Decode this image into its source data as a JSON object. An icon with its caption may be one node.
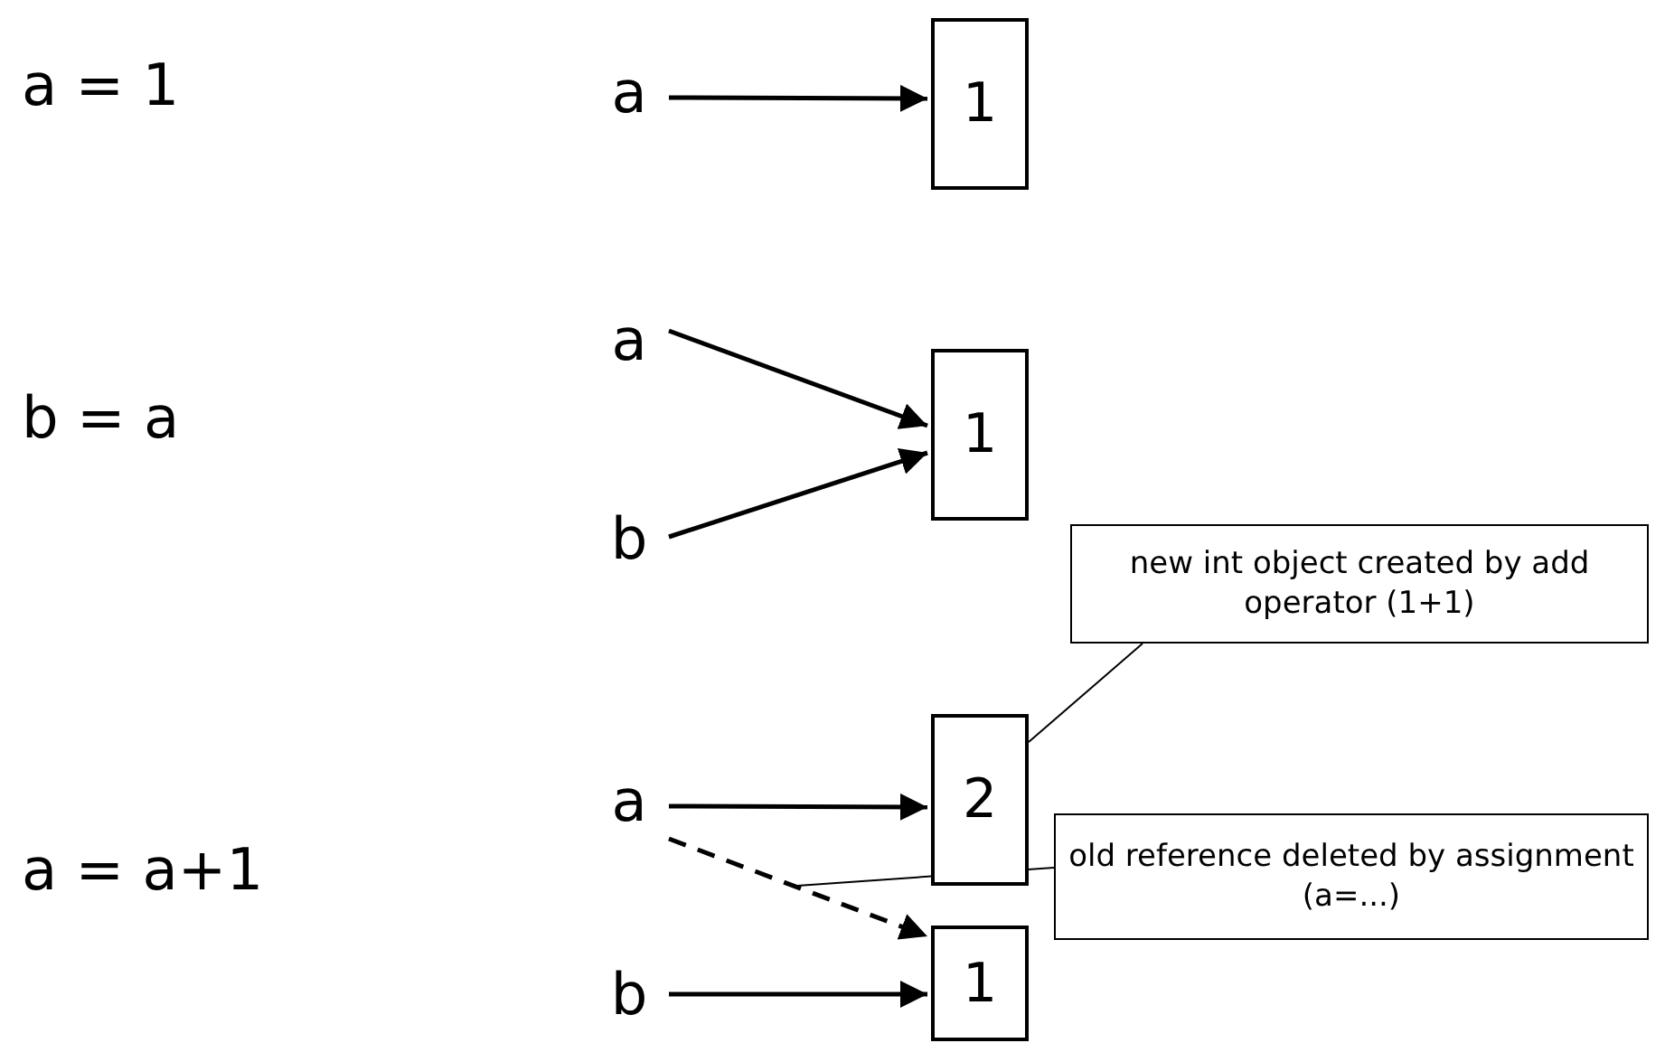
{
  "diagram": {
    "nodes": [
      {
        "text": [
          "a"
        ]
      },
      {
        "text": [
          "1"
        ]
      },
      {
        "text": [
          "a"
        ]
      },
      {
        "text": [
          "1"
        ]
      },
      {
        "text": [
          "b"
        ]
      },
      {
        "text": [
          "a"
        ]
      },
      {
        "text": [
          "2"
        ]
      },
      {
        "text": [
          "1"
        ]
      },
      {
        "text": [
          "b"
        ]
      },
      {
        "text": [
          "new int object created by add operator (1+1)"
        ]
      },
      {
        "text": [
          "old reference deleted by assignment (a=...)"
        ]
      }
    ],
    "edges": [
      {
        "from": 0,
        "to": 1,
        "arrow": "to"
      },
      {
        "from": 2,
        "to": 3,
        "arrow": "to"
      },
      {
        "from": 4,
        "to": 3,
        "arrow": "to"
      },
      {
        "from": 5,
        "to": 6,
        "arrow": "to"
      },
      {
        "from": 5,
        "to": 7,
        "arrow": "to",
        "style": "dashed"
      },
      {
        "from": 8,
        "to": 7,
        "arrow": "to"
      },
      {
        "from": 9,
        "to": 6,
        "arrow": "none"
      },
      {
        "from": 10,
        "to": null,
        "arrow": "none"
      }
    ],
    "labels": [
      "a = 1",
      "b = a",
      "a = a+1"
    ]
  }
}
